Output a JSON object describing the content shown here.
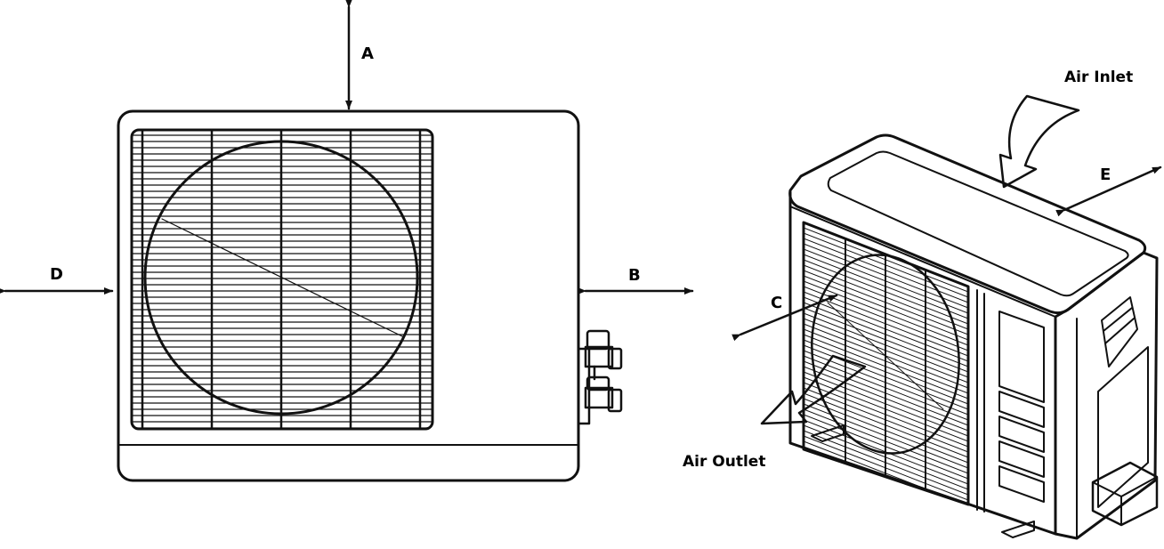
{
  "labels": {
    "a": "A",
    "b": "B",
    "c": "C",
    "d": "D",
    "e": "E",
    "air_inlet": "Air Inlet",
    "air_outlet": "Air Outlet"
  },
  "colors": {
    "line": "#111111",
    "background": "#ffffff"
  }
}
